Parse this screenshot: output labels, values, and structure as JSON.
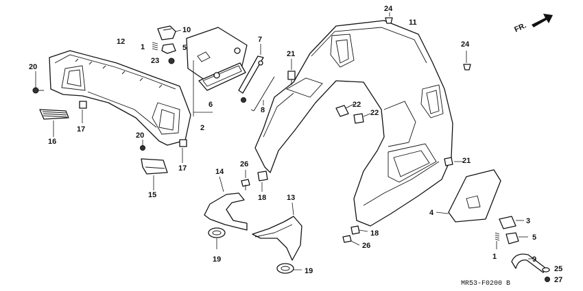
{
  "diagram": {
    "code": "MR53-F0200 B",
    "direction_label": "FR.",
    "callouts": {
      "c1a": "1",
      "c1b": "1",
      "c2": "2",
      "c3": "3",
      "c4": "4",
      "c5a": "5",
      "c5b": "5",
      "c6": "6",
      "c7": "7",
      "c8": "8",
      "c9": "9",
      "c10": "10",
      "c11": "11",
      "c12": "12",
      "c13": "13",
      "c14": "14",
      "c15": "15",
      "c16": "16",
      "c17a": "17",
      "c17b": "17",
      "c18a": "18",
      "c18b": "18",
      "c19a": "19",
      "c19b": "19",
      "c20a": "20",
      "c20b": "20",
      "c21a": "21",
      "c21b": "21",
      "c22a": "22",
      "c22b": "22",
      "c23": "23",
      "c24a": "24",
      "c24b": "24",
      "c25": "25",
      "c26a": "26",
      "c26b": "26",
      "c27": "27"
    }
  }
}
